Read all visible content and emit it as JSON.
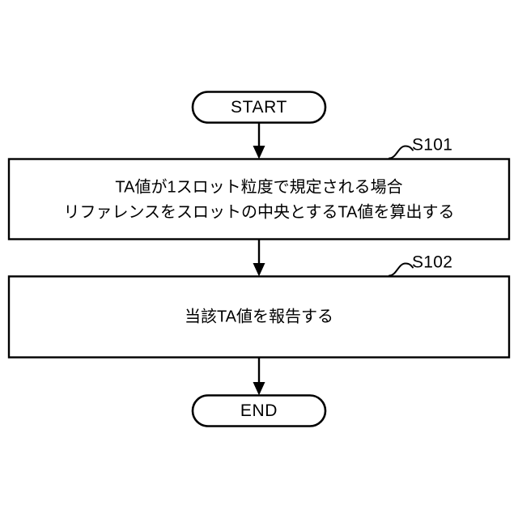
{
  "figure": {
    "type": "flowchart",
    "orientation": "vertical",
    "background_color": "#ffffff",
    "line_color": "#000000"
  },
  "nodes": {
    "start": {
      "label": "START",
      "shape": "terminator-stadium"
    },
    "step1": {
      "shape": "process-rectangle",
      "tag": "S101",
      "line1": "TA値が1スロット粒度で規定される場合",
      "line2": "リファレンスをスロットの中央とするTA値を算出する"
    },
    "step2": {
      "shape": "process-rectangle",
      "tag": "S102",
      "line1": "当該TA値を報告する"
    },
    "end": {
      "label": "END",
      "shape": "terminator-stadium"
    }
  },
  "edges": [
    {
      "from": "START",
      "to": "S101",
      "style": "solid-arrow-down"
    },
    {
      "from": "S101",
      "to": "S102",
      "style": "solid-arrow-down"
    },
    {
      "from": "S102",
      "to": "END",
      "style": "solid-arrow-down"
    }
  ]
}
